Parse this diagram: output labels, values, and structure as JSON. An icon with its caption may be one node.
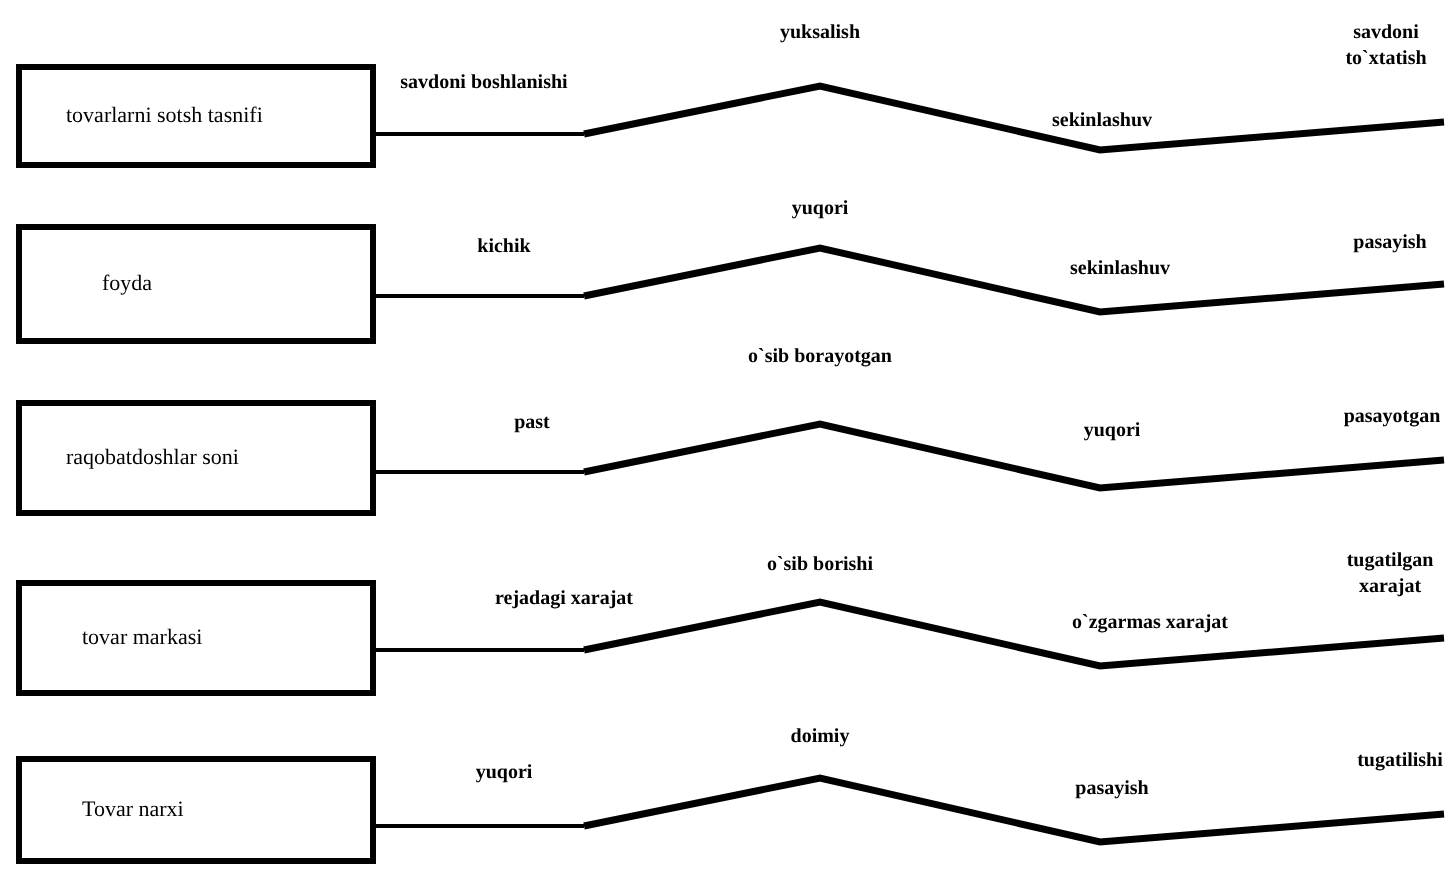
{
  "diagram": {
    "nodes": [
      {
        "text": [
          "tovarlarni sotsh tasnifi"
        ]
      },
      {
        "text": [
          "foyda"
        ]
      },
      {
        "text": [
          "raqobatdoshlar soni"
        ]
      },
      {
        "text": [
          "tovar markasi"
        ]
      },
      {
        "text": [
          "Tovar narxi"
        ]
      }
    ],
    "edges": [
      {
        "from": 0,
        "to": null,
        "arrow": "none"
      },
      {
        "from": 1,
        "to": null,
        "arrow": "none"
      },
      {
        "from": 2,
        "to": null,
        "arrow": "none"
      },
      {
        "from": 3,
        "to": null,
        "arrow": "none"
      },
      {
        "from": 4,
        "to": null,
        "arrow": "none"
      }
    ],
    "labels": [
      "savdoni boshlanishi",
      "yuksalish",
      "sekinlashuv",
      "savdoni to`xtatish",
      "kichik",
      "yuqori",
      "sekinlashuv",
      "pasayish",
      "past",
      "o`sib borayotgan",
      "yuqori",
      "pasayotgan",
      "rejadagi xarajat",
      "o`sib borishi",
      "o`zgarmas xarajat",
      "tugatilgan xarajat",
      "yuqori",
      "doimiy",
      "pasayish",
      "tugatilishi"
    ]
  }
}
